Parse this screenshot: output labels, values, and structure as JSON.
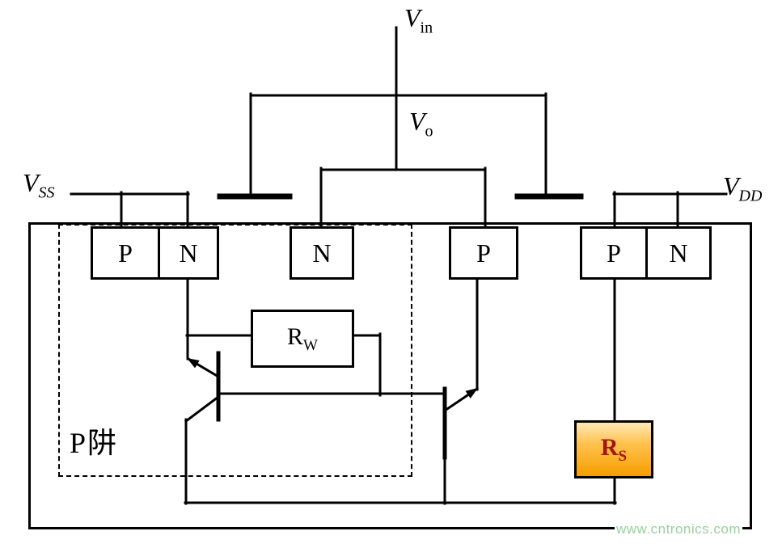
{
  "figure": {
    "type": "circuit-cross-section",
    "description": "CMOS inverter cross-section showing parasitic latch-up bipolar transistors, well resistance and substrate resistance"
  },
  "terminals": {
    "v_in": {
      "base": "V",
      "sub": "in"
    },
    "v_o": {
      "base": "V",
      "sub": "o"
    },
    "v_ss": {
      "base": "V",
      "sub": "SS"
    },
    "v_dd": {
      "base": "V",
      "sub": "DD"
    }
  },
  "diffusion_regions": [
    {
      "label": "P"
    },
    {
      "label": "N"
    },
    {
      "label": "N"
    },
    {
      "label": "P"
    },
    {
      "label": "P"
    },
    {
      "label": "N"
    }
  ],
  "resistors": {
    "well": {
      "base": "R",
      "sub": "W"
    },
    "substrate": {
      "base": "R",
      "sub": "S"
    }
  },
  "well_label": "P阱",
  "watermark": "www.cntronics.com",
  "colors": {
    "line": "#000000",
    "rs-fill-top": "#ffe9b8",
    "rs-fill-bottom": "#f59e00",
    "rs-text": "#a31515",
    "watermark": "#99d09e"
  }
}
